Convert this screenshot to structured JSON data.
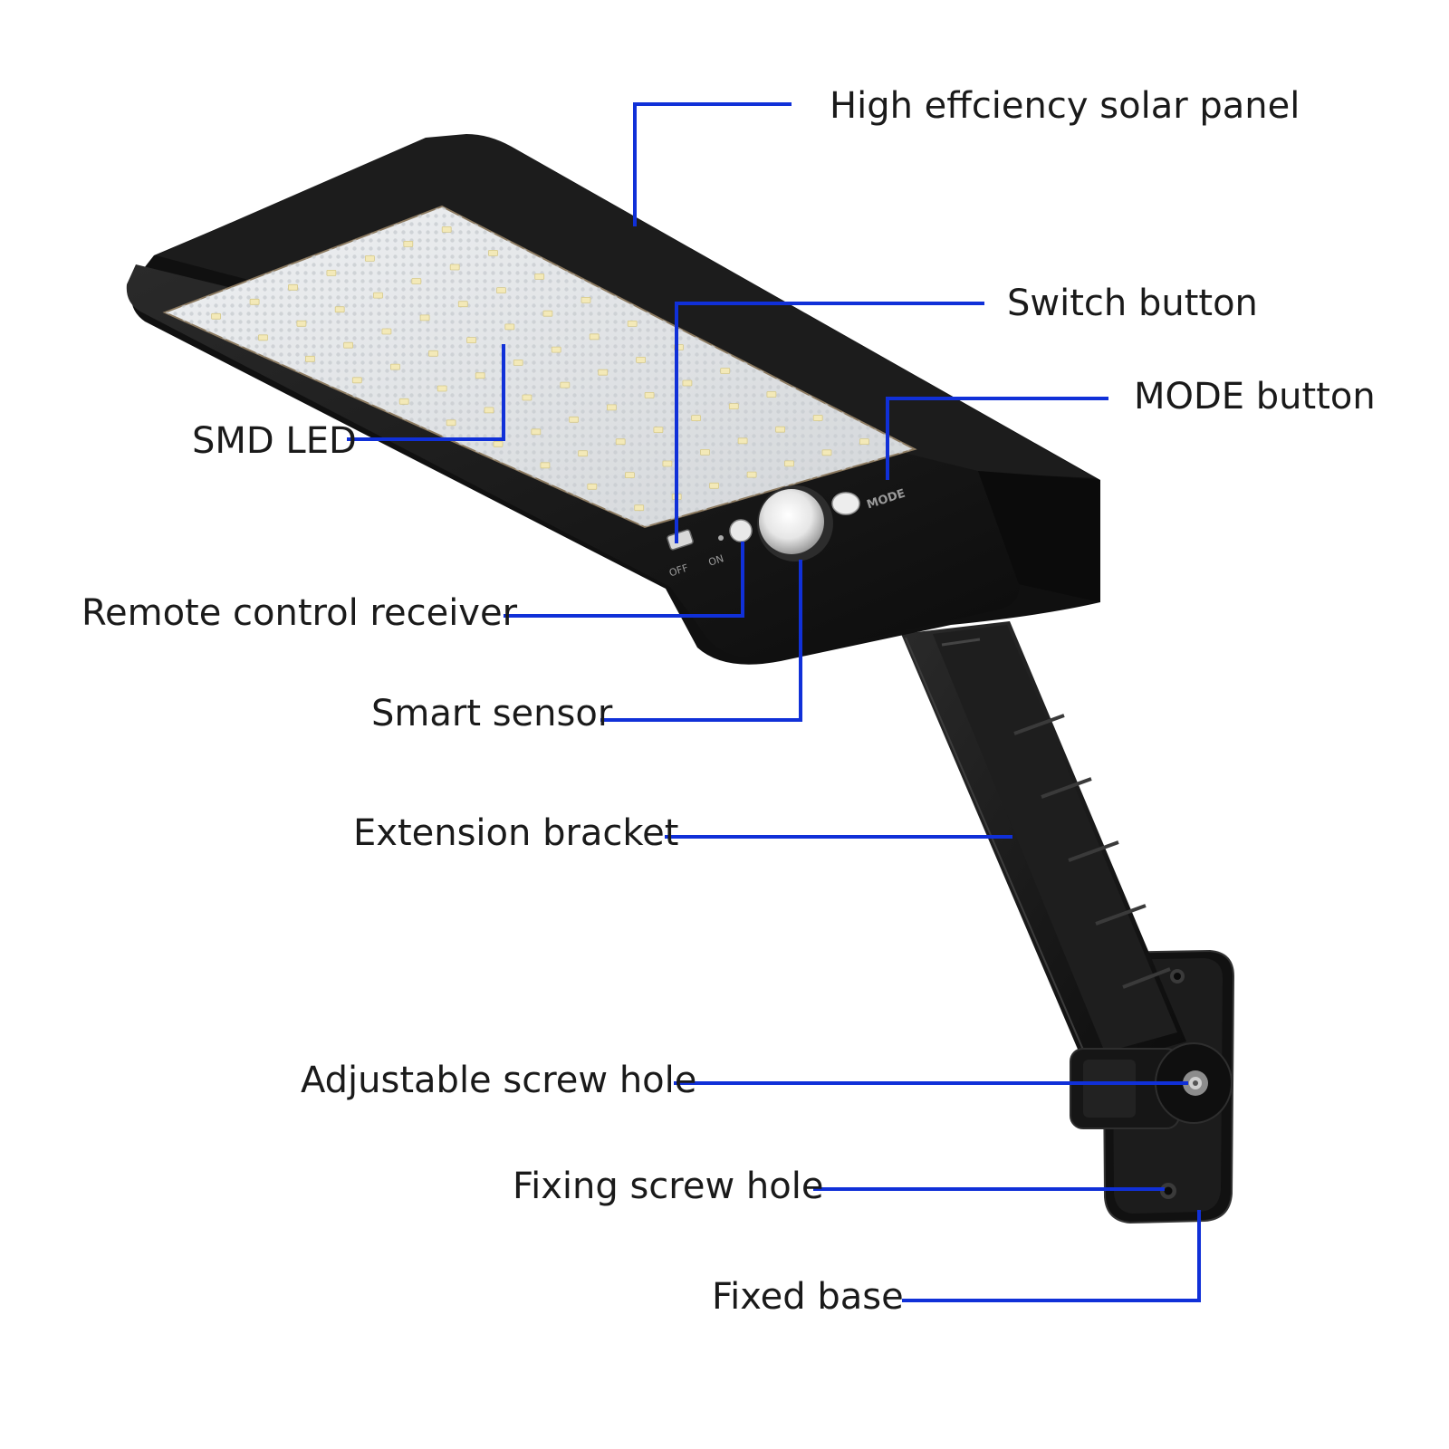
{
  "colors": {
    "leader_line": "#1030d8",
    "label_text": "#1a1a1a",
    "body": "#151515",
    "panel_surface": "#e4e6e8",
    "led": "#f3e9b8",
    "background": "#ffffff"
  },
  "device": {
    "switch_labels": [
      "OFF",
      "ON"
    ],
    "mode_label": "MODE"
  },
  "callouts": [
    {
      "id": "solar-panel",
      "label": "High effciency solar panel"
    },
    {
      "id": "switch-button",
      "label": "Switch button"
    },
    {
      "id": "mode-button",
      "label": "MODE button"
    },
    {
      "id": "smd-led",
      "label": "SMD LED"
    },
    {
      "id": "remote-receiver",
      "label": "Remote control receiver"
    },
    {
      "id": "smart-sensor",
      "label": "Smart sensor"
    },
    {
      "id": "extension-bracket",
      "label": "Extension bracket"
    },
    {
      "id": "adjustable-screw-hole",
      "label": "Adjustable screw hole"
    },
    {
      "id": "fixing-screw-hole",
      "label": "Fixing screw hole"
    },
    {
      "id": "fixed-base",
      "label": "Fixed base"
    }
  ]
}
